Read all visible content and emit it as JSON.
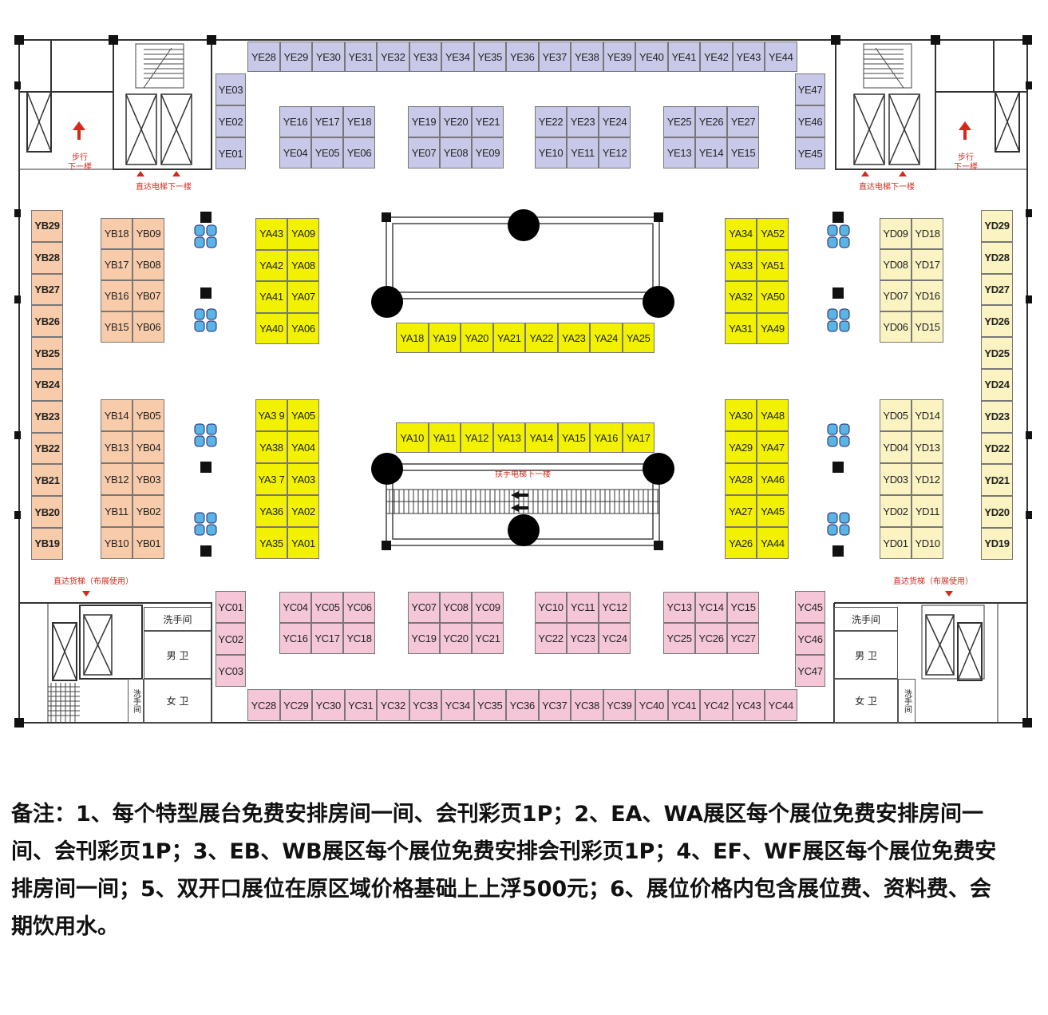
{
  "colors": {
    "YE": "#c8c8e8",
    "YC": "#f4c6d8",
    "YB": "#f8ccaa",
    "YA": "#f2f200",
    "YD": "#fbf3c2",
    "label_red": "#d42a1e",
    "wall": "#111111"
  },
  "booth_sections": [
    {
      "name": "YE-top",
      "labels": [
        "YE28",
        "YE29",
        "YE30",
        "YE31",
        "YE32",
        "YE33",
        "YE34",
        "YE35",
        "YE36",
        "YE37",
        "YE38",
        "YE39",
        "YE40",
        "YE41",
        "YE42",
        "YE43",
        "YE44"
      ]
    },
    {
      "name": "YE-left",
      "labels": [
        "YE03",
        "YE02",
        "YE01"
      ]
    },
    {
      "name": "YE-right",
      "labels": [
        "YE47",
        "YE46",
        "YE45"
      ]
    },
    {
      "name": "YE-island-1",
      "labels": [
        "YE16",
        "YE17",
        "YE18",
        "YE04",
        "YE05",
        "YE06"
      ]
    },
    {
      "name": "YE-island-2",
      "labels": [
        "YE19",
        "YE20",
        "YE21",
        "YE07",
        "YE08",
        "YE09"
      ]
    },
    {
      "name": "YE-island-3",
      "labels": [
        "YE22",
        "YE23",
        "YE24",
        "YE10",
        "YE11",
        "YE12"
      ]
    },
    {
      "name": "YE-island-4",
      "labels": [
        "YE25",
        "YE26",
        "YE27",
        "YE13",
        "YE14",
        "YE15"
      ]
    },
    {
      "name": "YB-wall",
      "labels": [
        "YB29",
        "YB28",
        "YB27",
        "YB26",
        "YB25",
        "YB24",
        "YB23",
        "YB22",
        "YB21",
        "YB20",
        "YB19"
      ]
    },
    {
      "name": "YB-island-top",
      "labels": [
        "YB18",
        "YB09",
        "YB17",
        "YB08",
        "YB16",
        "YB07",
        "YB15",
        "YB06"
      ]
    },
    {
      "name": "YB-island-bottom",
      "labels": [
        "YB14",
        "YB05",
        "YB13",
        "YB04",
        "YB12",
        "YB03",
        "YB11",
        "YB02",
        "YB10",
        "YB01"
      ]
    },
    {
      "name": "YA-left-top",
      "labels": [
        "YA43",
        "YA09",
        "YA42",
        "YA08",
        "YA41",
        "YA07",
        "YA40",
        "YA06"
      ]
    },
    {
      "name": "YA-left-bottom",
      "labels": [
        "YA3 9",
        "YA05",
        "YA38",
        "YA04",
        "YA3 7",
        "YA03",
        "YA36",
        "YA02",
        "YA35",
        "YA01"
      ]
    },
    {
      "name": "YA-center-top",
      "labels": [
        "YA18",
        "YA19",
        "YA20",
        "YA21",
        "YA22",
        "YA23",
        "YA24",
        "YA25"
      ]
    },
    {
      "name": "YA-center-bottom",
      "labels": [
        "YA10",
        "YA11",
        "YA12",
        "YA13",
        "YA14",
        "YA15",
        "YA16",
        "YA17"
      ]
    },
    {
      "name": "YA-right-top",
      "labels": [
        "YA34",
        "YA52",
        "YA33",
        "YA51",
        "YA32",
        "YA50",
        "YA31",
        "YA49"
      ]
    },
    {
      "name": "YA-right-bottom",
      "labels": [
        "YA30",
        "YA48",
        "YA29",
        "YA47",
        "YA28",
        "YA46",
        "YA27",
        "YA45",
        "YA26",
        "YA44"
      ]
    },
    {
      "name": "YD-island-top",
      "labels": [
        "YD09",
        "YD18",
        "YD08",
        "YD17",
        "YD07",
        "YD16",
        "YD06",
        "YD15"
      ]
    },
    {
      "name": "YD-island-bottom",
      "labels": [
        "YD05",
        "YD14",
        "YD04",
        "YD13",
        "YD03",
        "YD12",
        "YD02",
        "YD11",
        "YD01",
        "YD10"
      ]
    },
    {
      "name": "YD-wall",
      "labels": [
        "YD29",
        "YD28",
        "YD27",
        "YD26",
        "YD25",
        "YD24",
        "YD23",
        "YD22",
        "YD21",
        "YD20",
        "YD19"
      ]
    },
    {
      "name": "YC-left",
      "labels": [
        "YC01",
        "YC02",
        "YC03"
      ]
    },
    {
      "name": "YC-right",
      "labels": [
        "YC45",
        "YC46",
        "YC47"
      ]
    },
    {
      "name": "YC-island-1",
      "labels": [
        "YC04",
        "YC05",
        "YC06",
        "YC16",
        "YC17",
        "YC18"
      ]
    },
    {
      "name": "YC-island-2",
      "labels": [
        "YC07",
        "YC08",
        "YC09",
        "YC19",
        "YC20",
        "YC21"
      ]
    },
    {
      "name": "YC-island-3",
      "labels": [
        "YC10",
        "YC11",
        "YC12",
        "YC22",
        "YC23",
        "YC24"
      ]
    },
    {
      "name": "YC-island-4",
      "labels": [
        "YC13",
        "YC14",
        "YC15",
        "YC25",
        "YC26",
        "YC27"
      ]
    },
    {
      "name": "YC-bottom",
      "labels": [
        "YC28",
        "YC29",
        "YC30",
        "YC31",
        "YC32",
        "YC33",
        "YC34",
        "YC35",
        "YC36",
        "YC37",
        "YC38",
        "YC39",
        "YC40",
        "YC41",
        "YC42",
        "YC43",
        "YC44"
      ]
    }
  ],
  "labels": {
    "walk_down_l1": "步行",
    "walk_down_l2": "下一楼",
    "elevator_down": "直达电梯下一楼",
    "escalator_down": "扶手电梯下一楼",
    "freight_elevator": "直达货梯（布展使用）",
    "washroom": "洗手间",
    "male_toilet": "男 卫",
    "female_toilet": "女 卫"
  },
  "notes": "备注：1、每个特型展台免费安排房间一间、会刊彩页1P；2、EA、WA展区每个展位免费安排房间一间、会刊彩页1P；3、EB、WB展区每个展位免费安排会刊彩页1P；4、EF、WF展区每个展位免费安排房间一间；5、双开口展位在原区域价格基础上上浮500元；6、展位价格内包含展位费、资料费、会期饮用水。"
}
